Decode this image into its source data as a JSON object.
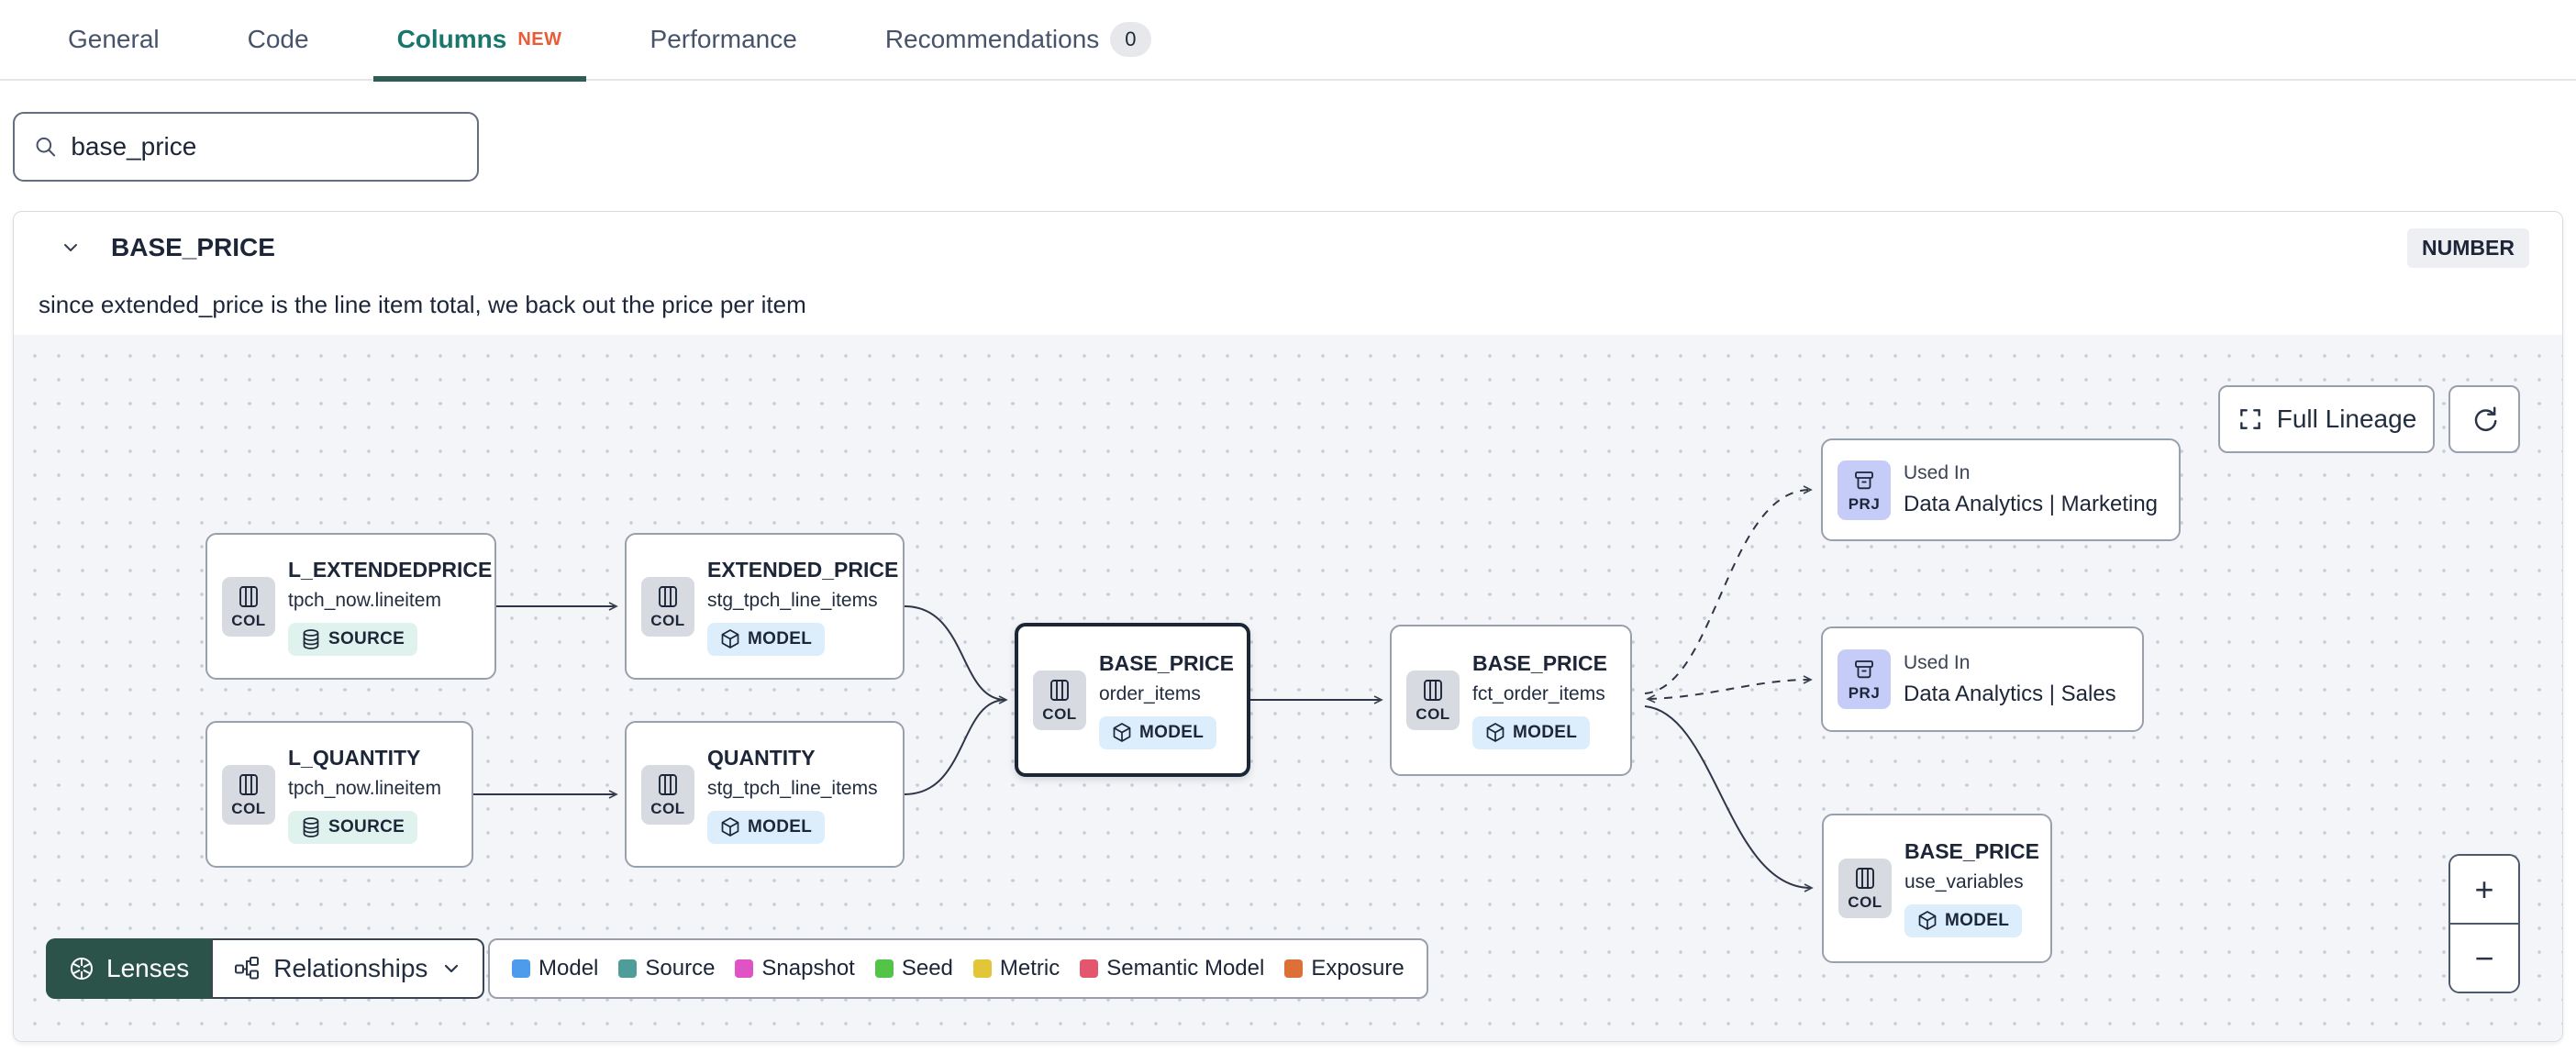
{
  "tabs": {
    "general": "General",
    "code": "Code",
    "columns": "Columns",
    "columns_badge": "NEW",
    "performance": "Performance",
    "recommendations": "Recommendations",
    "recommendations_count": "0"
  },
  "search": {
    "value": "base_price"
  },
  "column_detail": {
    "name": "BASE_PRICE",
    "type": "NUMBER",
    "description": "since extended_price is the line item total, we back out the price per item"
  },
  "lineage": {
    "full_lineage_label": "Full Lineage",
    "zoom_in": "+",
    "zoom_out": "−",
    "lenses_label": "Lenses",
    "relationships_label": "Relationships",
    "col_label": "COL",
    "prj_label": "PRJ",
    "used_in_label": "Used In",
    "legend": [
      {
        "label": "Model",
        "color": "#4D9CEB"
      },
      {
        "label": "Source",
        "color": "#4E9D99"
      },
      {
        "label": "Snapshot",
        "color": "#DF53C6"
      },
      {
        "label": "Seed",
        "color": "#54C449"
      },
      {
        "label": "Metric",
        "color": "#E3C538"
      },
      {
        "label": "Semantic Model",
        "color": "#E4566B"
      },
      {
        "label": "Exposure",
        "color": "#DD7038"
      }
    ],
    "nodes": [
      {
        "title": "L_EXTENDEDPRICE",
        "subtitle": "tpch_now.lineitem",
        "badge": "SOURCE"
      },
      {
        "title": "L_QUANTITY",
        "subtitle": "tpch_now.lineitem",
        "badge": "SOURCE"
      },
      {
        "title": "EXTENDED_PRICE",
        "subtitle": "stg_tpch_line_items",
        "badge": "MODEL"
      },
      {
        "title": "QUANTITY",
        "subtitle": "stg_tpch_line_items",
        "badge": "MODEL"
      },
      {
        "title": "BASE_PRICE",
        "subtitle": "order_items",
        "badge": "MODEL"
      },
      {
        "title": "BASE_PRICE",
        "subtitle": "fct_order_items",
        "badge": "MODEL"
      },
      {
        "title": "Data Analytics | Marketing"
      },
      {
        "title": "Data Analytics | Sales"
      },
      {
        "title": "BASE_PRICE",
        "subtitle": "use_variables",
        "badge": "MODEL"
      }
    ]
  }
}
